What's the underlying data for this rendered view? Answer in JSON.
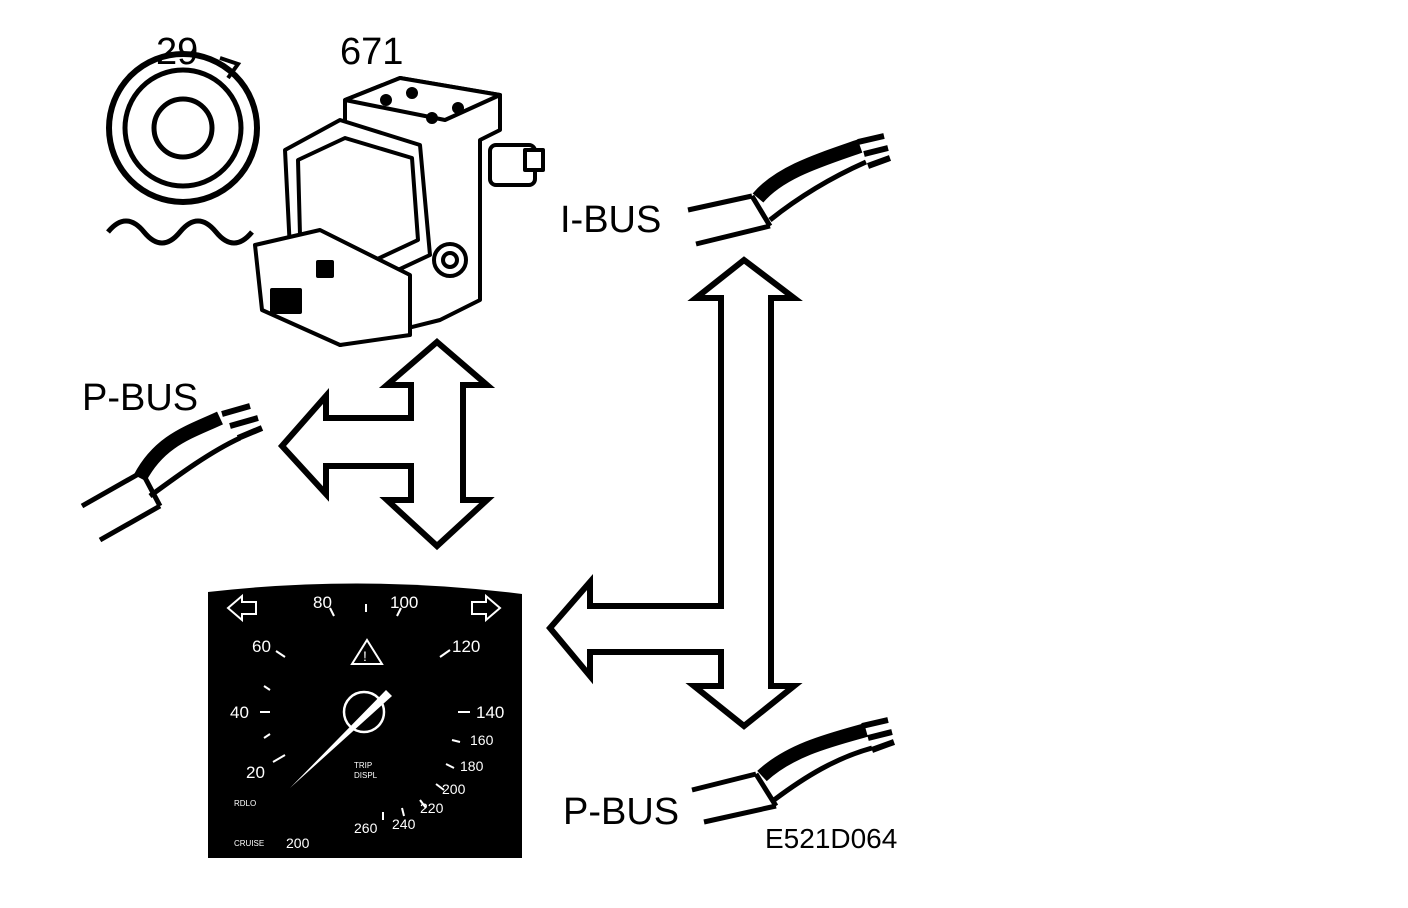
{
  "labels": {
    "sensor_number": "29",
    "module_number": "671",
    "ibus": "I-BUS",
    "pbus_left": "P-BUS",
    "pbus_right": "P-BUS",
    "figure_code": "E521D064"
  },
  "speedometer": {
    "ticks": [
      "20",
      "40",
      "60",
      "80",
      "100",
      "120",
      "140",
      "160",
      "180",
      "200",
      "220",
      "240",
      "260"
    ],
    "display_line_1": "TRIP",
    "display_line_2": "DISPL",
    "bottom_left_1": "RDLO",
    "bottom_left_2": "CRUISE",
    "odometer": "200"
  },
  "colors": {
    "ink": "#000000",
    "paper": "#ffffff",
    "panel": "#000000"
  }
}
